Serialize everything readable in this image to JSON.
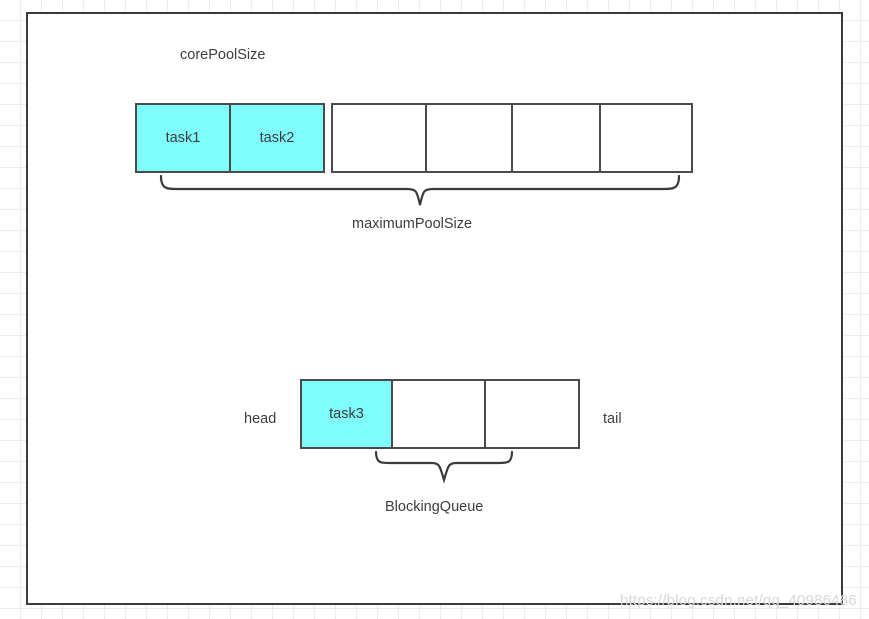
{
  "diagram": {
    "title_labels": {
      "core_pool_size": "corePoolSize",
      "maximum_pool_size": "maximumPoolSize",
      "blocking_queue": "BlockingQueue",
      "head": "head",
      "tail": "tail"
    },
    "colors": {
      "filled_cell": "#7ffdfd",
      "cell_border": "#4a4a4a",
      "canvas_border": "#3b3b3b",
      "text": "#3d3d3d",
      "grid": "#ececec",
      "watermark": "#d8d8d8"
    },
    "pool_row": {
      "core_cells": [
        {
          "label": "task1",
          "filled": true
        },
        {
          "label": "task2",
          "filled": true
        }
      ],
      "extra_cells": [
        {
          "label": "",
          "filled": false
        },
        {
          "label": "",
          "filled": false
        },
        {
          "label": "",
          "filled": false
        },
        {
          "label": "",
          "filled": false
        }
      ]
    },
    "queue_row": {
      "cells": [
        {
          "label": "task3",
          "filled": true
        },
        {
          "label": "",
          "filled": false
        },
        {
          "label": "",
          "filled": false
        }
      ]
    },
    "watermark": "https://blog.csdn.net/qq_40986486"
  }
}
